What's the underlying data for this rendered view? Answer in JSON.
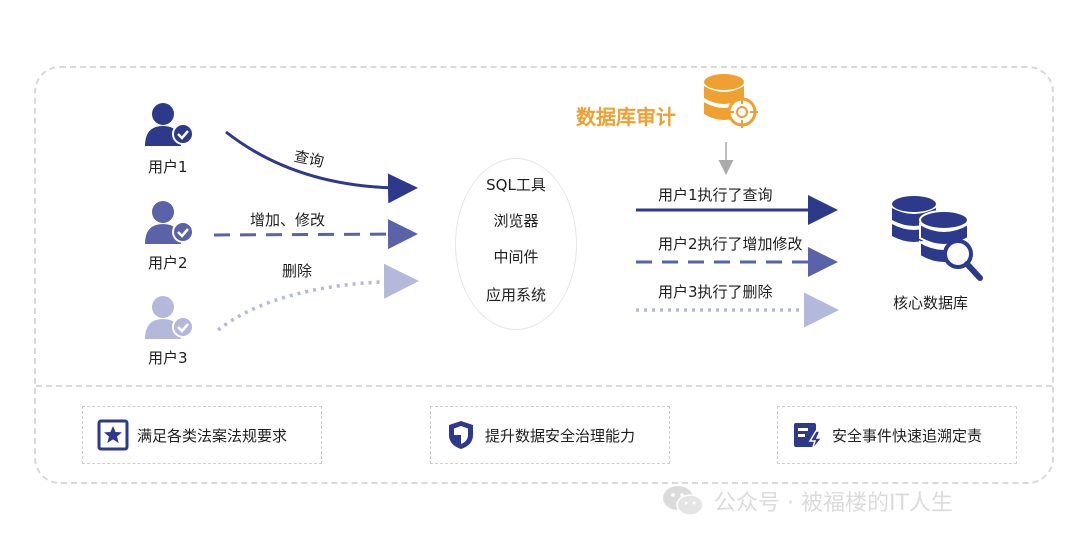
{
  "users": [
    {
      "label": "用户1",
      "color": "#2d3a8c"
    },
    {
      "label": "用户2",
      "color": "#5a63a8"
    },
    {
      "label": "用户3",
      "color": "#b4b8db"
    }
  ],
  "actions": [
    "查询",
    "增加、修改",
    "删除"
  ],
  "center_items": [
    "SQL工具",
    "浏览器",
    "中间件",
    "应用系统"
  ],
  "audit": {
    "title": "数据库审计",
    "color": "#f0a030"
  },
  "logs": [
    "用户1执行了查询",
    "用户2执行了增加修改",
    "用户3执行了删除"
  ],
  "database": {
    "label": "核心数据库",
    "color": "#2d3a8c"
  },
  "features": [
    {
      "icon": "star-badge-icon",
      "label": "满足各类法案法规要求"
    },
    {
      "icon": "shield-icon",
      "label": "提升数据安全治理能力"
    },
    {
      "icon": "document-lightning-icon",
      "label": "安全事件快速追溯定责"
    }
  ],
  "watermark": {
    "text": "公众号 · 被福楼的IT人生"
  }
}
